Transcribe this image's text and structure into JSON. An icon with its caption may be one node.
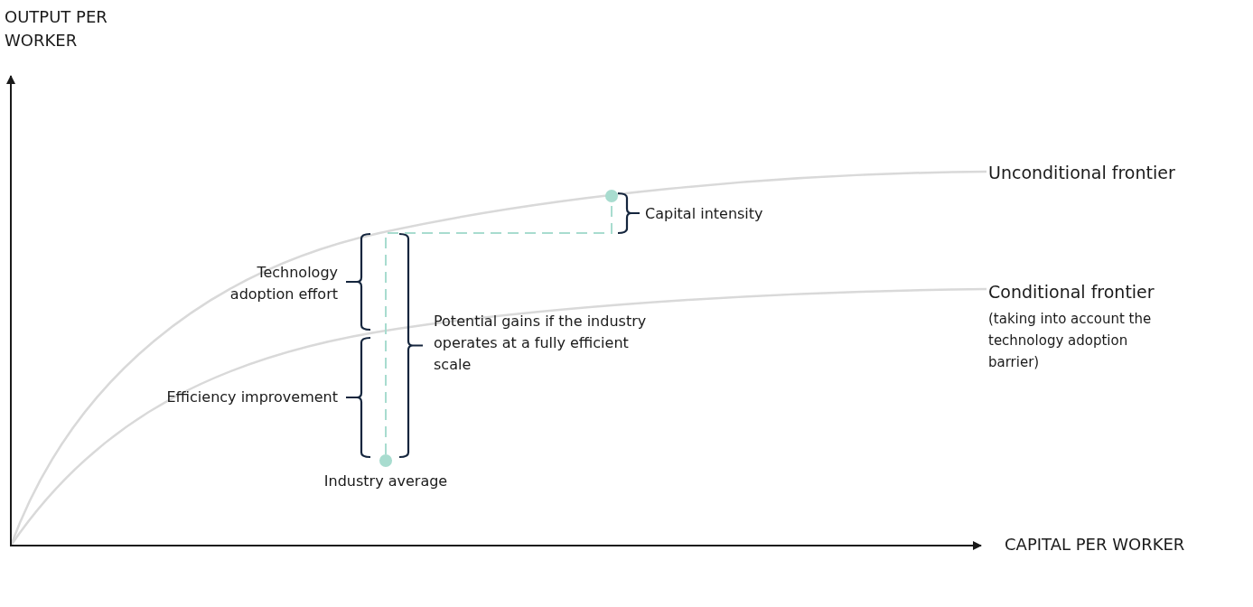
{
  "diagram": {
    "nodes": [
      {
        "text": [],
        "shape": "circle",
        "beside": [
          "Industry average"
        ]
      },
      {
        "text": [],
        "shape": "circle"
      }
    ],
    "edges": [
      {
        "from": 0,
        "to": 1,
        "arrow": "none",
        "style": "dashed"
      }
    ],
    "labels": [
      "OUTPUT PER WORKER",
      "CAPITAL PER WORKER",
      "Unconditional frontier",
      "Capital intensity",
      "Technology adoption effort",
      "Conditional frontier",
      "(taking into account the technology adoption barrier)",
      "Potential gains if the industry operates at a fully efficient scale",
      "Efficiency improvement"
    ]
  }
}
